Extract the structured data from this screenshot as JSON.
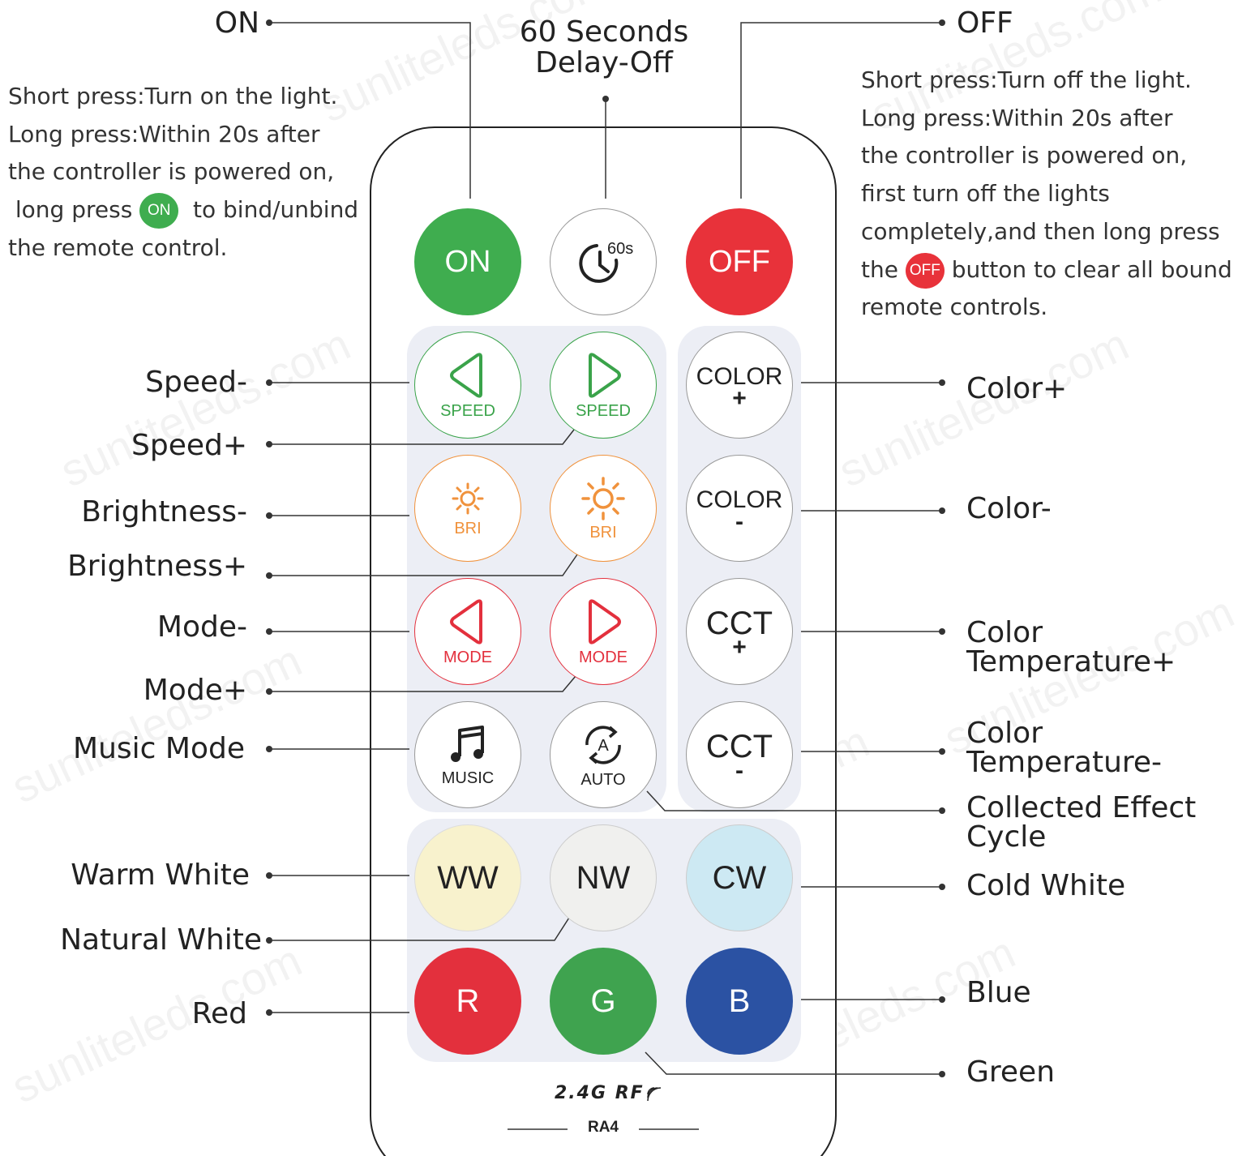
{
  "watermark": "sunliteleds.com",
  "remote": {
    "rf_label": "2.4G RF",
    "model": "RA4",
    "buttons": {
      "on": "ON",
      "timer": "60s",
      "off": "OFF",
      "speed_down": "SPEED",
      "speed_up": "SPEED",
      "bri_down": "BRI",
      "bri_up": "BRI",
      "mode_down": "MODE",
      "mode_up": "MODE",
      "music": "MUSIC",
      "auto": "AUTO",
      "auto_badge": "A",
      "color_plus": "COLOR",
      "color_minus": "COLOR",
      "cct_plus": "CCT",
      "cct_minus": "CCT",
      "plus_sign": "+",
      "minus_sign": "-",
      "ww": "WW",
      "nw": "NW",
      "cw": "CW",
      "r": "R",
      "g": "G",
      "b": "B"
    },
    "colors": {
      "on": "#3fad4f",
      "off": "#e8323a",
      "speed": "#3aa34a",
      "bri": "#f0923c",
      "mode": "#e3303d",
      "ww": "#f8f2cd",
      "nw": "#f0f0ee",
      "cw": "#cde9f3",
      "r": "#e3303d",
      "g": "#3fa34f",
      "b": "#2b52a3",
      "panel": "#eceef5"
    }
  },
  "callouts": {
    "on": "ON",
    "delay_line1": "60 Seconds",
    "delay_line2": "Delay-Off",
    "off": "OFF",
    "speed_minus": "Speed-",
    "speed_plus": "Speed+",
    "brightness_minus": "Brightness-",
    "brightness_plus": "Brightness+",
    "mode_minus": "Mode-",
    "mode_plus": "Mode+",
    "music_mode": "Music Mode",
    "warm_white": "Warm White",
    "natural_white": "Natural White",
    "red": "Red",
    "color_plus": "Color+",
    "color_minus": "Color-",
    "cct_plus_1": "Color",
    "cct_plus_2": "Temperature+",
    "cct_minus_1": "Color",
    "cct_minus_2": "Temperature-",
    "cycle_1": "Collected Effect",
    "cycle_2": "Cycle",
    "cold_white": "Cold White",
    "blue": "Blue",
    "green": "Green"
  },
  "notes": {
    "on": {
      "line1": "Short press:Turn on the light.",
      "line2": "Long press:Within 20s after",
      "line3": "the controller is powered on,",
      "line4_pre": " long press ",
      "line4_icon": "ON",
      "line4_post": "  to bind/unbind",
      "line5": "the remote control."
    },
    "off": {
      "line1": "Short press:Turn off the light.",
      "line2": "Long press:Within 20s after",
      "line3": "the controller is powered on,",
      "line4": "first turn off the lights",
      "line5": "completely,and then long press",
      "line6_pre": "the ",
      "line6_icon": "OFF",
      "line6_post": " button to clear all bound",
      "line7": "remote controls."
    }
  }
}
